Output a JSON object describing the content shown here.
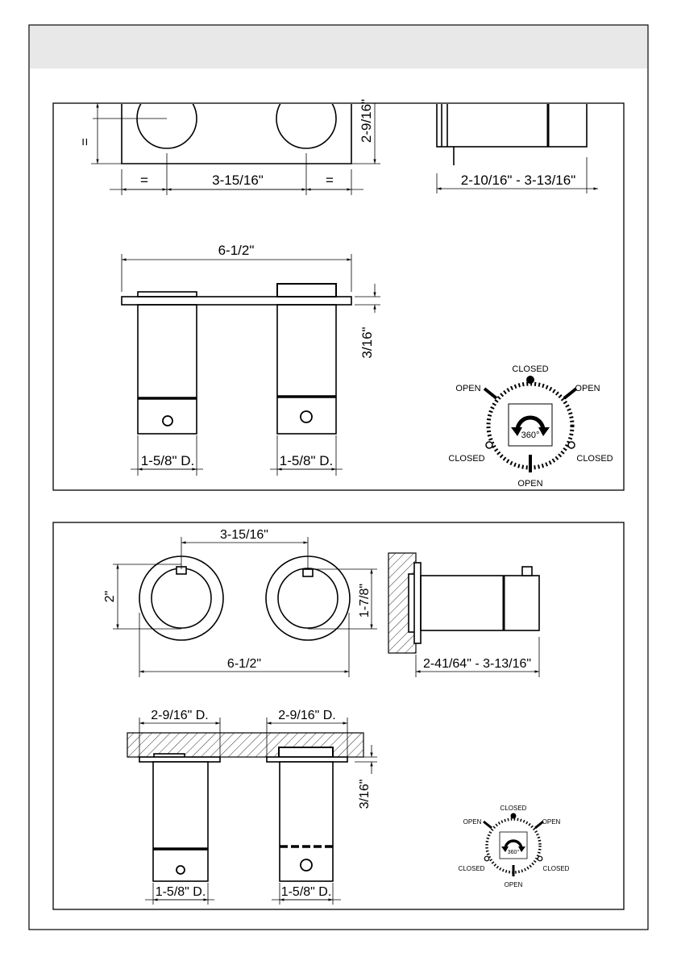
{
  "panel_top": {
    "dims": {
      "equal_label": "=",
      "center_spacing": "3-15/16\"",
      "plate_height": "2-9/16\"",
      "side_depth": "2-10/16\" - 3-13/16\"",
      "overall_width": "6-1/2\"",
      "flange_thickness": "3/16\"",
      "body_diameter": "1-5/8\" D."
    },
    "rotation_dial": {
      "top": "CLOSED",
      "upper_left": "OPEN",
      "upper_right": "OPEN",
      "lower_left": "CLOSED",
      "lower_right": "CLOSED",
      "bottom": "OPEN",
      "rotation": "360°"
    }
  },
  "panel_bottom": {
    "dims": {
      "center_spacing": "3-15/16\"",
      "trim_height": "2\"",
      "handle_diameter": "1-7/8\"",
      "overall_width": "6-1/2\"",
      "side_depth": "2-41/64\" - 3-13/16\"",
      "trim_diameter": "2-9/16\" D.",
      "flange_thickness": "3/16\"",
      "body_diameter": "1-5/8\" D."
    },
    "rotation_dial": {
      "top": "CLOSED",
      "upper_left": "OPEN",
      "upper_right": "OPEN",
      "lower_left": "CLOSED",
      "lower_right": "CLOSED",
      "bottom": "OPEN",
      "rotation": "360°"
    }
  }
}
